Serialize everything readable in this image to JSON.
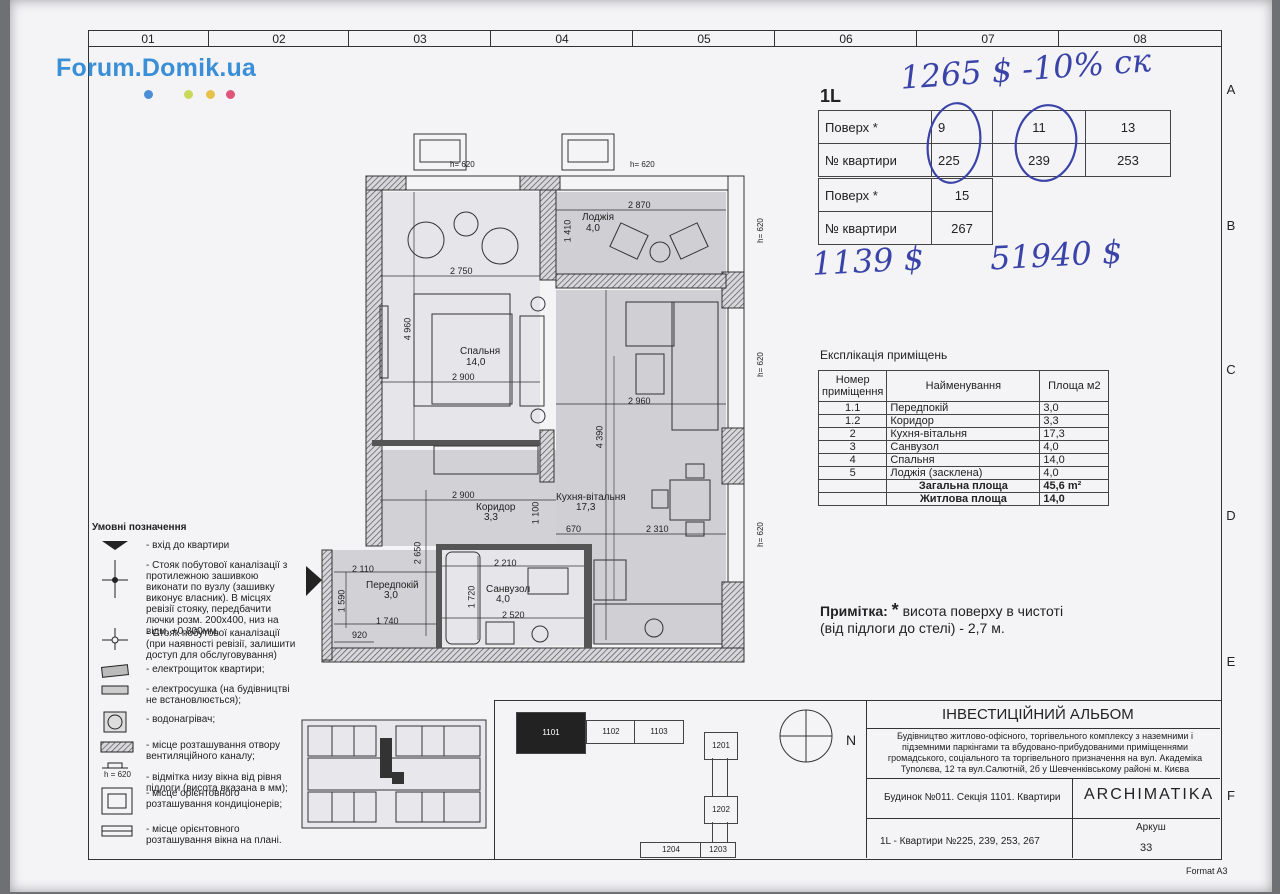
{
  "logo": {
    "text": "Forum.Domik.ua",
    "dots": [
      "#4a8fd6",
      "#c8d85a",
      "#e6c24a",
      "#e0557a"
    ]
  },
  "grid": {
    "columns": [
      "01",
      "02",
      "03",
      "04",
      "05",
      "06",
      "07",
      "08"
    ],
    "rows": [
      "A",
      "B",
      "C",
      "D",
      "E",
      "F"
    ]
  },
  "handwriting": {
    "top": "1265 $ -10% ск",
    "bottom_left": "1139 $",
    "bottom_right": "51940 $"
  },
  "type_label": "1L",
  "floor_table": {
    "row1": {
      "label": "Поверх *",
      "values": [
        "9",
        "11",
        "13"
      ]
    },
    "row2": {
      "label": "№ квартири",
      "values": [
        "225",
        "239",
        "253"
      ]
    },
    "row3": {
      "label": "Поверх *",
      "values": [
        "15"
      ]
    },
    "row4": {
      "label": "№ квартири",
      "values": [
        "267"
      ]
    }
  },
  "explication": {
    "title": "Експлікація приміщень",
    "headers": [
      "Номер приміщення",
      "Найменування",
      "Площа м2"
    ],
    "rows": [
      {
        "num": "1.1",
        "name": "Передпокій",
        "area": "3,0"
      },
      {
        "num": "1.2",
        "name": "Коридор",
        "area": "3,3"
      },
      {
        "num": "2",
        "name": "Кухня-вітальня",
        "area": "17,3"
      },
      {
        "num": "3",
        "name": "Санвузол",
        "area": "4,0"
      },
      {
        "num": "4",
        "name": "Спальня",
        "area": "14,0"
      },
      {
        "num": "5",
        "name": "Лоджія  (засклена)",
        "area": "4,0"
      }
    ],
    "total_label": "Загальна площа",
    "total_value": "45,6 m²",
    "living_label": "Житлова площа",
    "living_value": "14,0"
  },
  "note": {
    "label": "Примітка:",
    "star": "*",
    "line1": " висота поверху в чистоті",
    "line2": "(від підлоги до стелі) - 2,7 м."
  },
  "plan": {
    "rooms": [
      {
        "name": "Лоджія",
        "area": "4,0"
      },
      {
        "name": "Спальня",
        "area": "14,0"
      },
      {
        "name": "Коридор",
        "area": "3,3"
      },
      {
        "name": "Кухня-вітальня",
        "area": "17,3"
      },
      {
        "name": "Передпокій",
        "area": "3,0"
      },
      {
        "name": "Санвузол",
        "area": "4,0"
      }
    ],
    "dims": [
      "2 870",
      "1 410",
      "2 750",
      "4 960",
      "2 900",
      "2 960",
      "4 390",
      "2 900",
      "1 100",
      "670",
      "2 310",
      "2 110",
      "2 650",
      "2 210",
      "1 590",
      "1 720",
      "2 520",
      "1 740",
      "920",
      "h= 620",
      "h= 620",
      "h= 620",
      "h= 620",
      "h= 620"
    ]
  },
  "legend": {
    "title": "Умовні позначення",
    "items": [
      "- вхід до квартири",
      "- Стояк побутової каналізації з протилежною зашивкою виконати по вузлу (зашивку виконує власник). В місцях ревізії стояку, передбачити лючки розм. 200х400, низ на відм. +0,800мм.",
      "- Стояк побутової каналізації (при наявності ревізії, залишити доступ для обслуговування)",
      "- електрощиток квартири;",
      "- електросушка (на будівництві не встановлюється);",
      "- водонагрівач;",
      "- місце розташування отвору вентиляційного каналу;",
      "- відмітка низу вікна від рівня підлоги (висота вказана в мм);",
      "- місце орієнтовного розташування кондиціонерів;",
      "- місце орієнтовного розташування вікна на плані."
    ],
    "h_label": "h = 620"
  },
  "titleblock": {
    "album": "ІНВЕСТИЦІЙНИЙ АЛЬБОМ",
    "description": "Будівництво житлово-офісного, торгівельного комплексу з наземними і підземними паркінгами та вбудовано-прибудованими приміщеннями громадського, соціального та торгівельного призначення  на вул. Академіка Туполєва, 12 та вул.Салютній, 2б у Шевченківському районі м. Києва",
    "building": "Будинок №011. Секція 1101. Квартири",
    "brand": "ARCHIMATIKA",
    "apartments": "1L - Квартири №225, 239, 253, 267",
    "sheet_label": "Аркуш",
    "sheet_no": "33",
    "format": "Format A3",
    "north": "N",
    "sections": [
      "1101",
      "1102",
      "1103",
      "1201",
      "1202",
      "1204",
      "1203"
    ]
  }
}
